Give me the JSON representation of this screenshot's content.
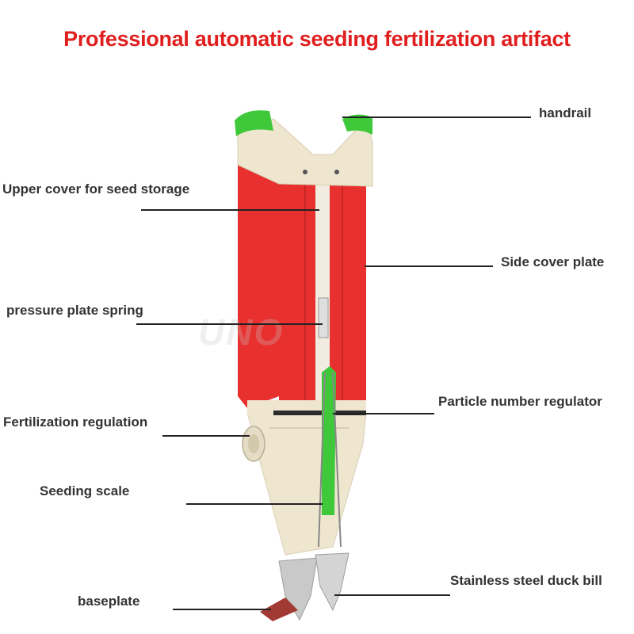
{
  "title": "Professional automatic seeding fertilization artifact",
  "watermark": "UNO",
  "colors": {
    "title": "#e01e1e",
    "body_red": "#e8312f",
    "body_cream": "#efe6cf",
    "accent_green": "#3ec83a",
    "steel": "#c9c9c9",
    "baseplate": "#a23a34"
  },
  "labels": {
    "handrail": "handrail",
    "upper_cover": "Upper cover for seed storage",
    "side_cover": "Side cover plate",
    "pressure_spring": "pressure plate spring",
    "particle_regulator": "Particle number regulator",
    "fertilization_regulation": "Fertilization regulation",
    "seeding_scale": "Seeding scale",
    "duck_bill": "Stainless steel duck bill",
    "baseplate": "baseplate"
  }
}
